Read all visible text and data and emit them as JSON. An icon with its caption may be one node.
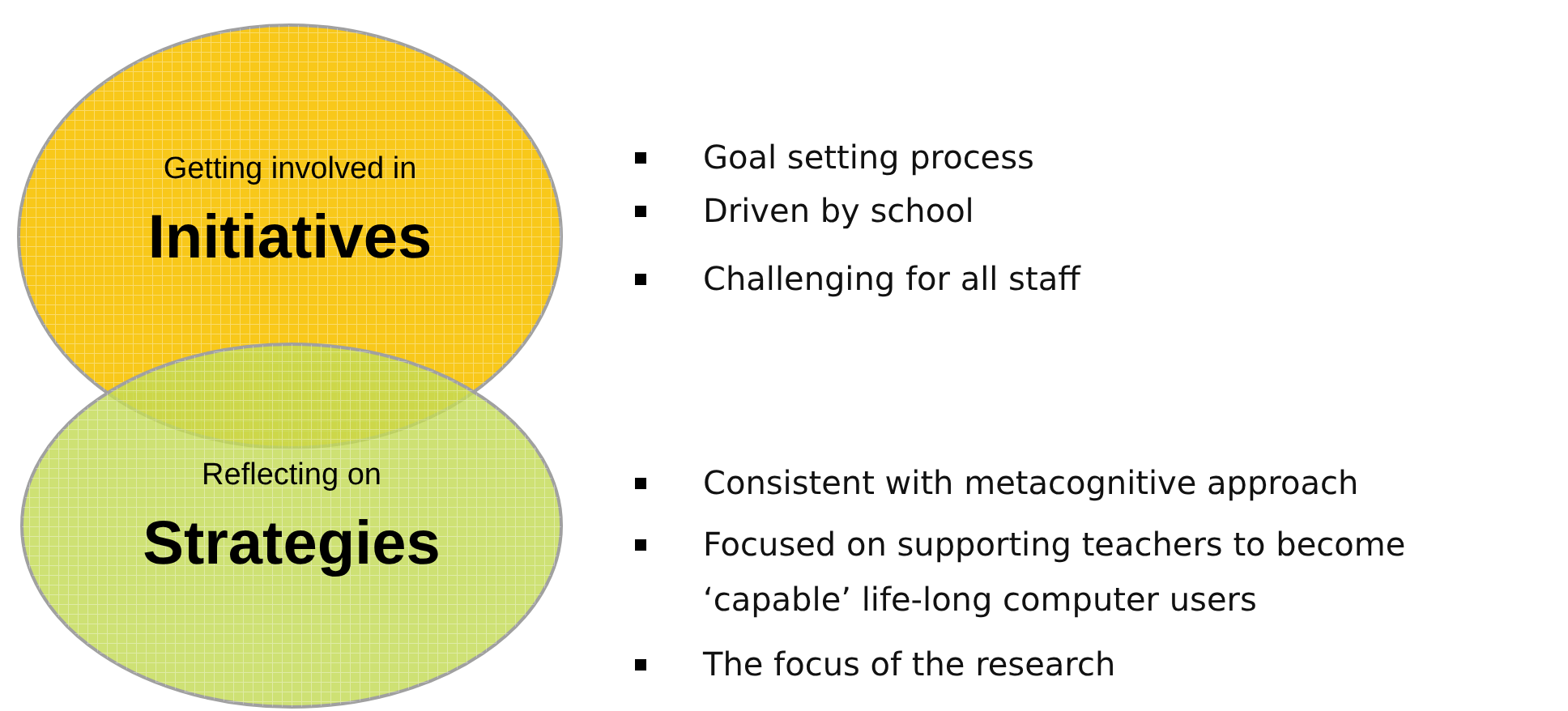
{
  "diagram": {
    "nodes": [
      {
        "text": [
          "Getting involved in",
          "Initiatives"
        ]
      },
      {
        "text": [
          "Reflecting on",
          "Strategies"
        ]
      }
    ],
    "edges": [],
    "labels": [
      "Goal setting process",
      "Driven by school",
      "Challenging for all staff",
      "Consistent with metacognitive approach",
      "Focused on supporting teachers to become ‘capable’ life-long computer users",
      "The focus of the research"
    ]
  }
}
